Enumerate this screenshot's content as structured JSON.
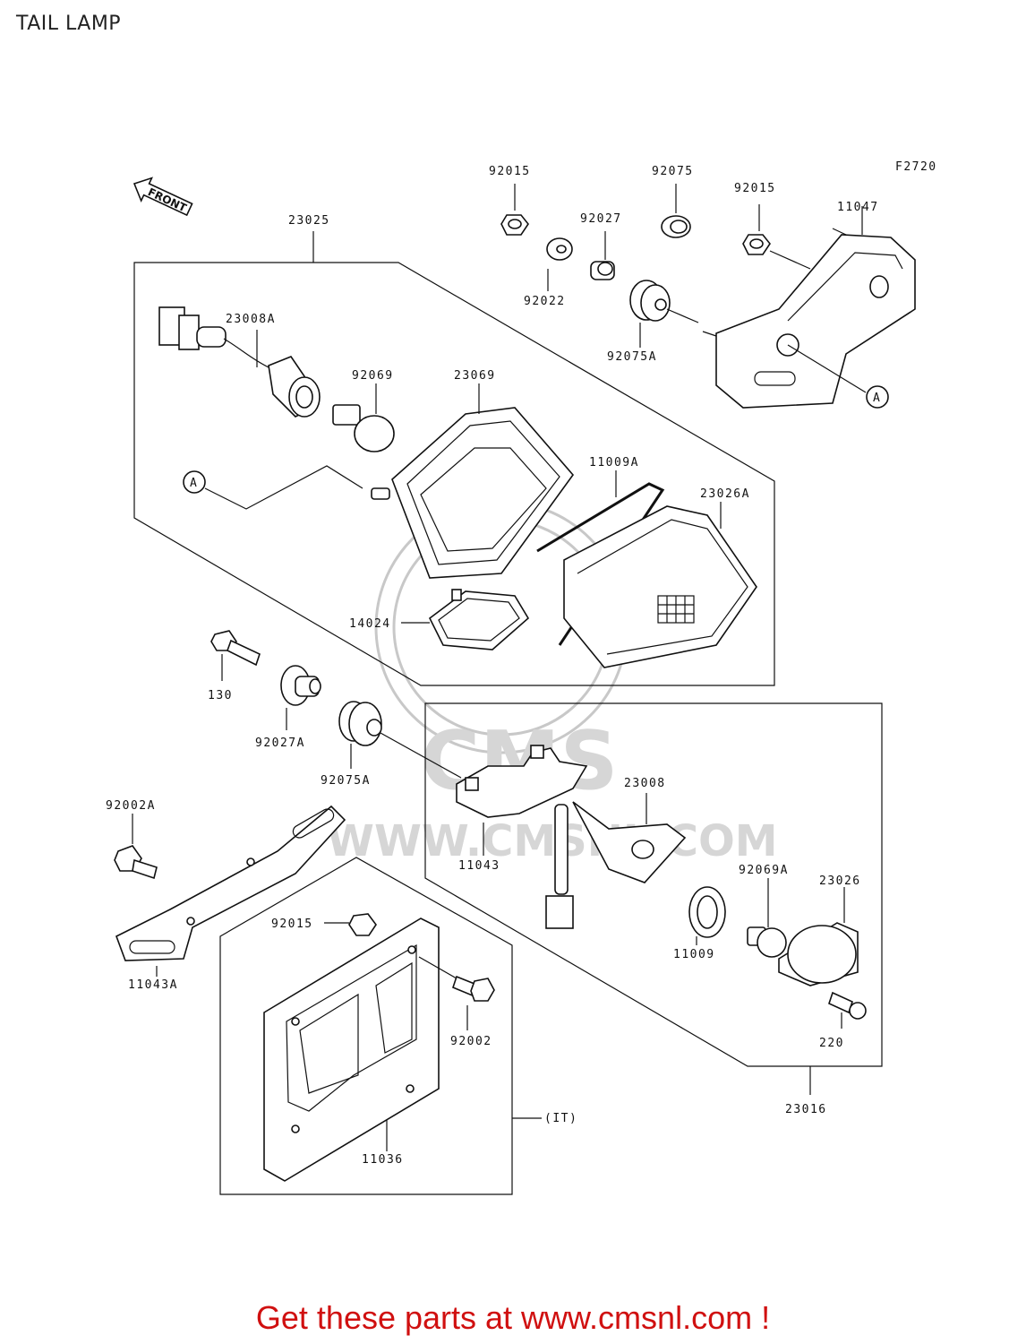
{
  "page": {
    "title": "TAIL LAMP"
  },
  "diagram": {
    "figure_code": "F2720",
    "front_arrow": "FRONT",
    "watermark": {
      "logo": "CMS",
      "url": "WWW.CMSNL.COM"
    },
    "ref_marker": "A",
    "labels": {
      "p92015_top": "92015",
      "p92075": "92075",
      "p92015_right": "92015",
      "p11047": "11047",
      "p92027": "92027",
      "p23025": "23025",
      "p92022": "92022",
      "p23008A": "23008A",
      "p92075A_top": "92075A",
      "p92069": "92069",
      "p23069": "23069",
      "p11009A": "11009A",
      "p23026A": "23026A",
      "p14024": "14024",
      "p130": "130",
      "p92027A": "92027A",
      "p92075A_mid": "92075A",
      "p23008": "23008",
      "p92002A": "92002A",
      "p11043": "11043",
      "p92069A": "92069A",
      "p23026": "23026",
      "p92015_plate": "92015",
      "p11009": "11009",
      "p11043A": "11043A",
      "p92002": "92002",
      "p220": "220",
      "p23016": "23016",
      "pIT": "(IT)",
      "p11036": "11036"
    }
  },
  "footer": {
    "text": "Get these parts at www.cmsnl.com !"
  }
}
